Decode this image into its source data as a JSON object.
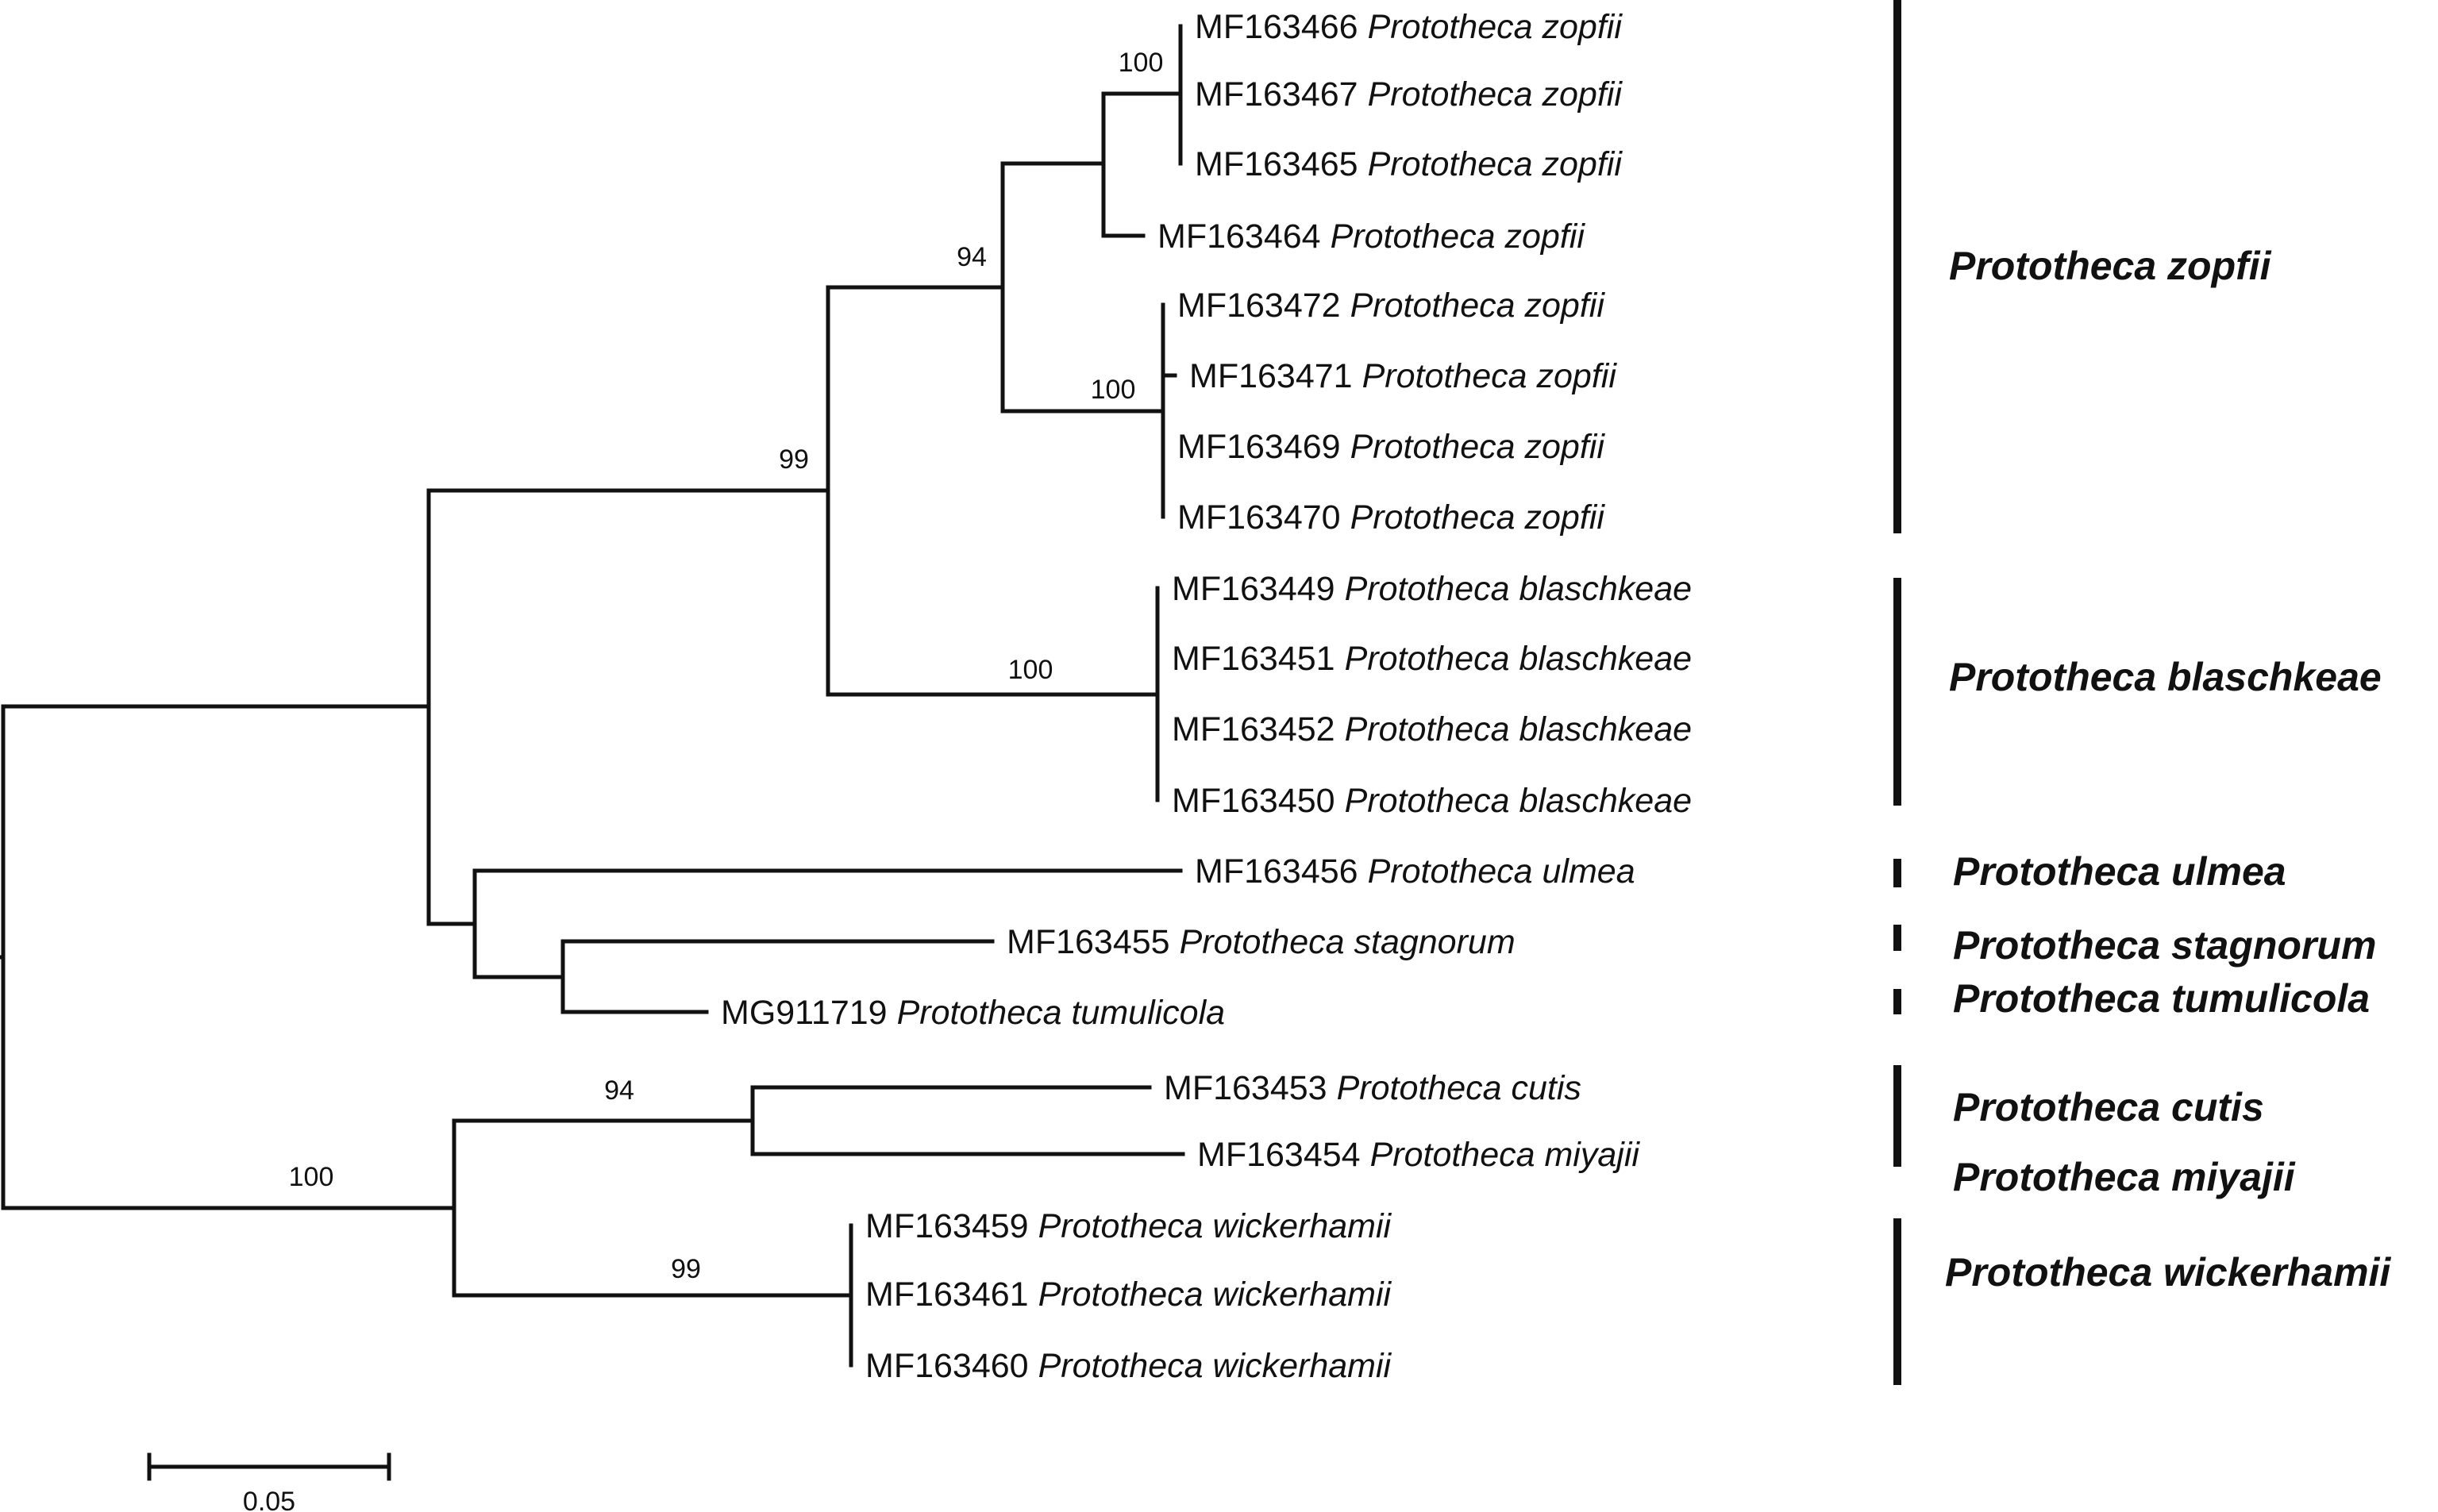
{
  "tree": {
    "root": "root",
    "nodes": [
      {
        "id": "root",
        "children": [
          "n1",
          "n7"
        ]
      },
      {
        "id": "n1",
        "children": [
          "n2",
          "n6"
        ]
      },
      {
        "id": "n2",
        "bootstrap": "99",
        "children": [
          "n3",
          "cB"
        ]
      },
      {
        "id": "n3",
        "bootstrap": "94",
        "children": [
          "n4",
          "cZ2"
        ]
      },
      {
        "id": "n4",
        "children": [
          "cZ1",
          "MF163464"
        ]
      },
      {
        "id": "cZ1",
        "bootstrap": "100",
        "children": [
          "MF163466",
          "MF163467",
          "MF163465"
        ]
      },
      {
        "id": "cZ2",
        "bootstrap": "100",
        "children": [
          "MF163472",
          "MF163471",
          "MF163469",
          "MF163470"
        ]
      },
      {
        "id": "cB",
        "bootstrap": "100",
        "children": [
          "MF163449",
          "MF163451",
          "MF163452",
          "MF163450"
        ]
      },
      {
        "id": "n6",
        "children": [
          "MF163456",
          "n6b"
        ]
      },
      {
        "id": "n6b",
        "children": [
          "MF163455",
          "MG911719"
        ]
      },
      {
        "id": "n7",
        "bootstrap": "100",
        "children": [
          "n8",
          "cW"
        ]
      },
      {
        "id": "n8",
        "bootstrap": "94",
        "children": [
          "MF163453",
          "MF163454"
        ]
      },
      {
        "id": "cW",
        "bootstrap": "99",
        "children": [
          "MF163459",
          "MF163461",
          "MF163460"
        ]
      }
    ],
    "leaves": [
      {
        "id": "MF163466",
        "accession": "MF163466",
        "species": "Prototheca zopfii"
      },
      {
        "id": "MF163467",
        "accession": "MF163467",
        "species": "Prototheca zopfii"
      },
      {
        "id": "MF163465",
        "accession": "MF163465",
        "species": "Prototheca zopfii"
      },
      {
        "id": "MF163464",
        "accession": "MF163464",
        "species": "Prototheca zopfii"
      },
      {
        "id": "MF163472",
        "accession": "MF163472",
        "species": "Prototheca zopfii"
      },
      {
        "id": "MF163471",
        "accession": "MF163471",
        "species": "Prototheca zopfii"
      },
      {
        "id": "MF163469",
        "accession": "MF163469",
        "species": "Prototheca zopfii"
      },
      {
        "id": "MF163470",
        "accession": "MF163470",
        "species": "Prototheca zopfii"
      },
      {
        "id": "MF163449",
        "accession": "MF163449",
        "species": "Prototheca blaschkeae"
      },
      {
        "id": "MF163451",
        "accession": "MF163451",
        "species": "Prototheca blaschkeae"
      },
      {
        "id": "MF163452",
        "accession": "MF163452",
        "species": "Prototheca blaschkeae"
      },
      {
        "id": "MF163450",
        "accession": "MF163450",
        "species": "Prototheca blaschkeae"
      },
      {
        "id": "MF163456",
        "accession": "MF163456",
        "species": "Prototheca ulmea"
      },
      {
        "id": "MF163455",
        "accession": "MF163455",
        "species": "Prototheca stagnorum"
      },
      {
        "id": "MG911719",
        "accession": "MG911719",
        "species": "Prototheca tumulicola"
      },
      {
        "id": "MF163453",
        "accession": "MF163453",
        "species": "Prototheca cutis"
      },
      {
        "id": "MF163454",
        "accession": "MF163454",
        "species": "Prototheca miyajii"
      },
      {
        "id": "MF163459",
        "accession": "MF163459",
        "species": "Prototheca wickerhamii"
      },
      {
        "id": "MF163461",
        "accession": "MF163461",
        "species": "Prototheca wickerhamii"
      },
      {
        "id": "MF163460",
        "accession": "MF163460",
        "species": "Prototheca wickerhamii"
      }
    ]
  },
  "groups": [
    {
      "name": "Prototheca zopfii"
    },
    {
      "name": "Prototheca blaschkeae"
    },
    {
      "name": "Prototheca ulmea"
    },
    {
      "name": "Prototheca stagnorum"
    },
    {
      "name": "Prototheca tumulicola"
    },
    {
      "name": "Prototheca cutis"
    },
    {
      "name": "Prototheca miyajii"
    },
    {
      "name": "Prototheca wickerhamii"
    }
  ],
  "scale_bar": {
    "label": "0.05"
  }
}
